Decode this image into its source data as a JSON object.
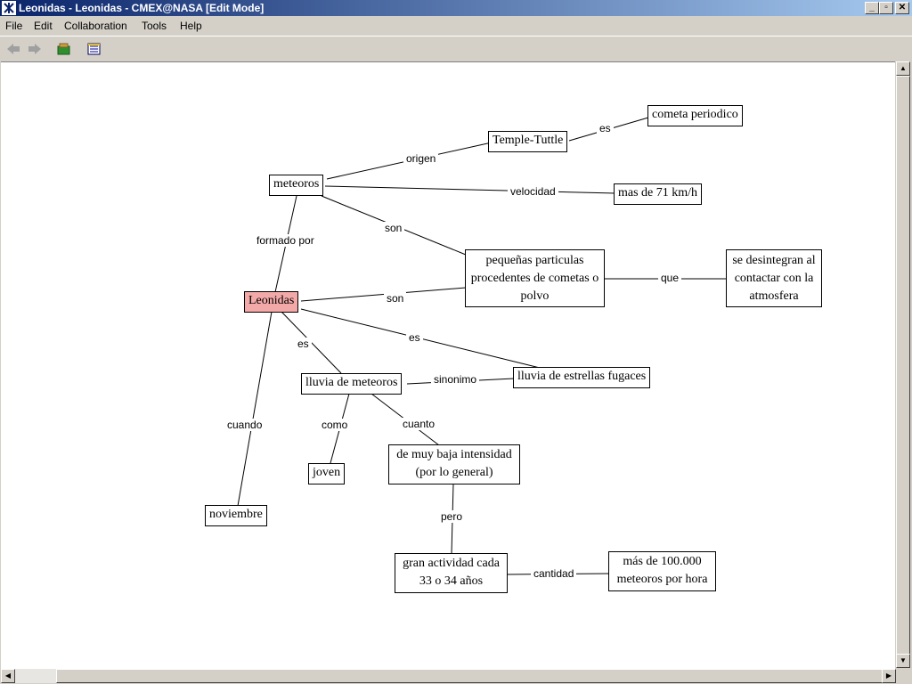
{
  "window": {
    "title": "Leonidas - Leonidas - CMEX@NASA  [Edit Mode]",
    "minimize": "_",
    "restore": "▫",
    "close": "✕"
  },
  "menu": {
    "file": "File",
    "edit": "Edit",
    "collaboration": "Collaboration",
    "tools": "Tools",
    "help": "Help"
  },
  "toolbar": {
    "back_icon": "arrow-left-icon",
    "forward_icon": "arrow-right-icon",
    "folder_icon": "folder-icon",
    "list_icon": "list-icon"
  },
  "map": {
    "concepts": {
      "leonidas": "Leonidas",
      "meteoros": "meteoros",
      "temple": "Temple-Tuttle",
      "cometa": "cometa periodico",
      "velocidad_valor": "mas de 71 km/h",
      "particulas": "pequeñas particulas procedentes de cometas o polvo",
      "desintegran": "se desintegran al contactar con la atmosfera",
      "lluvia_meteoros": "lluvia de meteoros",
      "lluvia_estrellas": "lluvia de estrellas fugaces",
      "joven": "joven",
      "baja": "de muy baja intensidad (por lo general)",
      "noviembre": "noviembre",
      "gran": "gran actividad cada 33 o 34 años",
      "mas100": "más de 100.000 meteoros por hora"
    },
    "links": {
      "origen": "origen",
      "es1": "es",
      "velocidad": "velocidad",
      "formado_por": "formado por",
      "son1": "son",
      "son2": "son",
      "que": "que",
      "es2": "es",
      "es3": "es",
      "sinonimo": "sinonimo",
      "cuando": "cuando",
      "como": "como",
      "cuanto": "cuanto",
      "pero": "pero",
      "cantidad": "cantidad"
    }
  },
  "colors": {
    "selected_concept": "#f4a9a9",
    "title_start": "#0a246a",
    "title_end": "#a6caf0"
  }
}
